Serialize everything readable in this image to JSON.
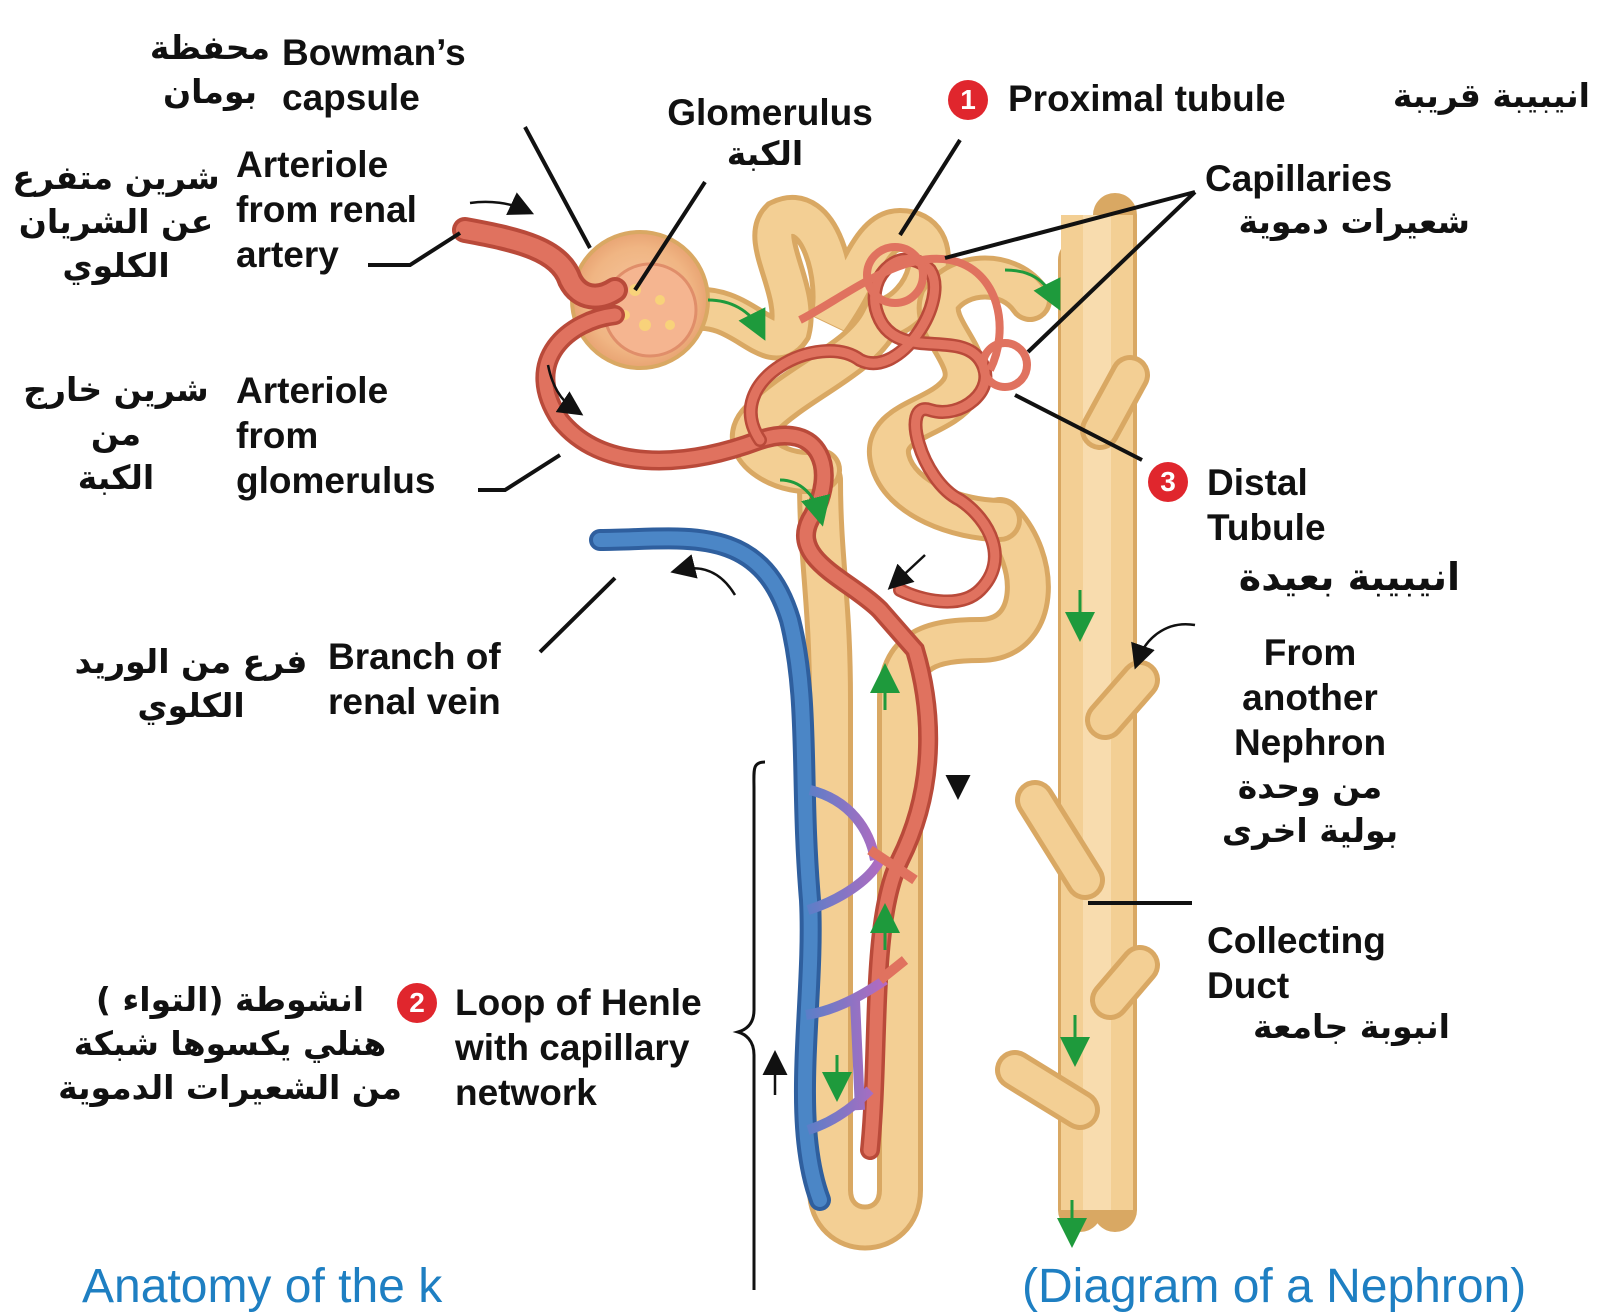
{
  "labels": {
    "bowmans_en": [
      "Bowman’s",
      "capsule"
    ],
    "bowmans_ar": [
      "محفظة",
      "بومان"
    ],
    "glomerulus_en": "Glomerulus",
    "glomerulus_ar": "الكبة",
    "proximal_num": "1",
    "proximal_en": "Proximal tubule",
    "proximal_ar": "انيبيبة قريبة",
    "capillaries_en": "Capillaries",
    "capillaries_ar": "شعيرات دموية",
    "afferent_en": [
      "Arteriole",
      "from renal",
      "artery"
    ],
    "afferent_ar": [
      "شرين متفرع",
      "عن الشريان",
      "الكلوي"
    ],
    "efferent_en": [
      "Arteriole",
      "from",
      "glomerulus"
    ],
    "efferent_ar": [
      "شرين خارج",
      "من",
      "الكبة"
    ],
    "distal_num": "3",
    "distal_en": [
      "Distal",
      "Tubule"
    ],
    "distal_ar": "انيبيبة بعيدة",
    "vein_en": [
      "Branch of",
      "renal vein"
    ],
    "vein_ar": [
      "فرع من الوريد",
      "الكلوي"
    ],
    "another_en": [
      "From",
      "another",
      "Nephron"
    ],
    "another_ar": [
      "من وحدة",
      "بولية اخرى"
    ],
    "collecting_en": [
      "Collecting",
      "Duct"
    ],
    "collecting_ar": "انبوبة جامعة",
    "henle_num": "2",
    "henle_en": [
      "Loop of Henle",
      "with capillary",
      "network"
    ],
    "henle_ar": [
      "انشوطة (التواء )",
      "هنلي يكسوها شبكة",
      "من الشعيرات الدموية"
    ]
  },
  "caption": {
    "left": "Anatomy of the k",
    "right": "(Diagram of a Nephron)"
  },
  "colors": {
    "tubule": "#f3cf94",
    "tubule_edge": "#d9a863",
    "artery": "#e0725f",
    "artery_edge": "#b94a3a",
    "vein": "#4b86c6",
    "green_arrow": "#1e9a3c",
    "badge": "#e0262d",
    "caption": "#1e7fc2"
  }
}
